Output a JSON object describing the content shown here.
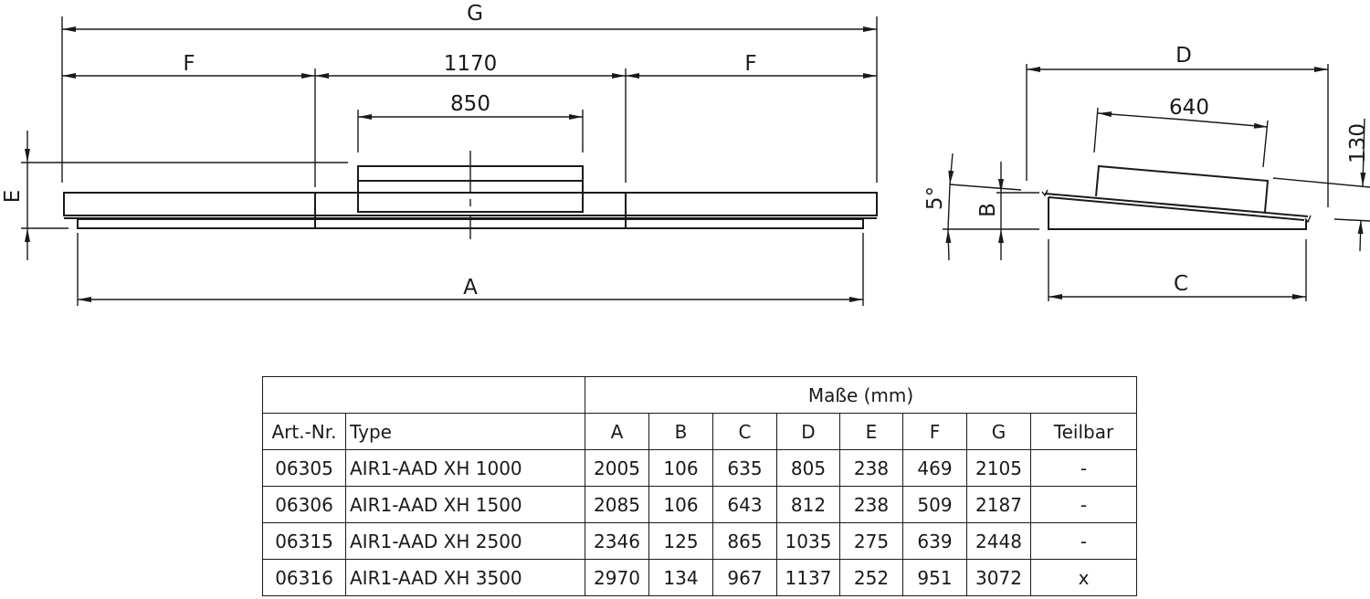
{
  "drawing": {
    "front_view": {
      "G": "G",
      "F_left": "F",
      "center": "1170",
      "F_right": "F",
      "box": "850",
      "A": "A",
      "E": "E"
    },
    "side_view": {
      "D": "D",
      "box": "640",
      "height": "130",
      "angle": "5°",
      "B": "B",
      "C": "C"
    }
  },
  "table": {
    "group_header": "Maße (mm)",
    "columns": [
      "Art.-Nr.",
      "Type",
      "A",
      "B",
      "C",
      "D",
      "E",
      "F",
      "G",
      "Teilbar"
    ],
    "rows": [
      [
        "06305",
        "AIR1-AAD XH 1000",
        "2005",
        "106",
        "635",
        "805",
        "238",
        "469",
        "2105",
        "-"
      ],
      [
        "06306",
        "AIR1-AAD XH 1500",
        "2085",
        "106",
        "643",
        "812",
        "238",
        "509",
        "2187",
        "-"
      ],
      [
        "06315",
        "AIR1-AAD XH 2500",
        "2346",
        "125",
        "865",
        "1035",
        "275",
        "639",
        "2448",
        "-"
      ],
      [
        "06316",
        "AIR1-AAD XH 3500",
        "2970",
        "134",
        "967",
        "1137",
        "252",
        "951",
        "3072",
        "x"
      ]
    ]
  }
}
